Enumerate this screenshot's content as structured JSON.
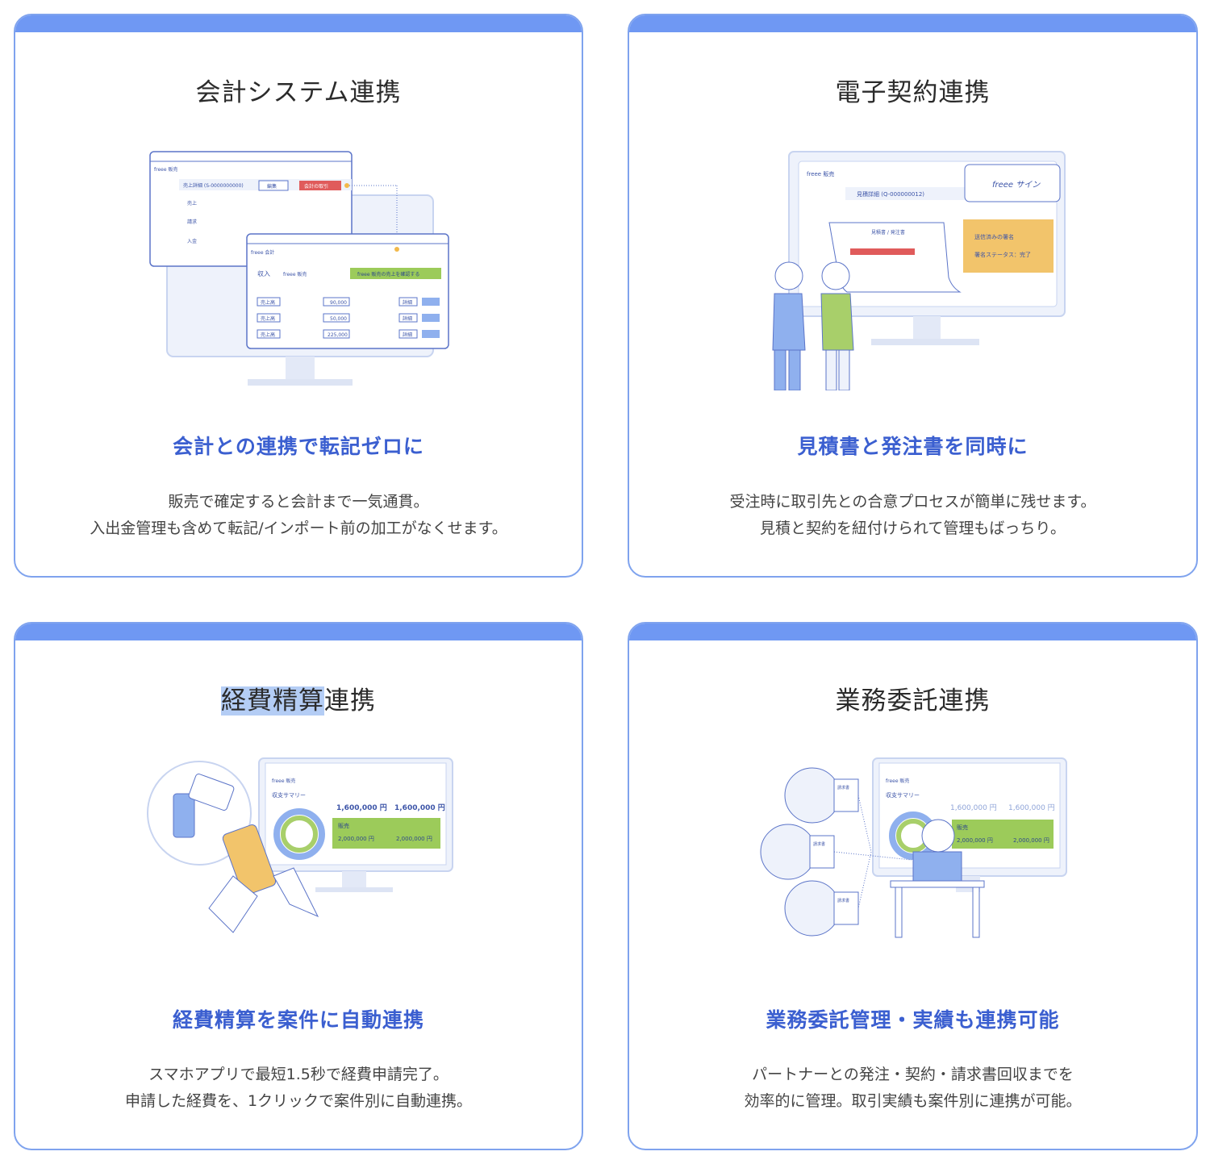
{
  "colors": {
    "accent_bar": "#6f98f3",
    "border": "#7fa3ee",
    "subtitle": "#3b5fd0",
    "highlight": "#b4cdf5"
  },
  "cards": [
    {
      "title": "会計システム連携",
      "subtitle": "会計との連携で転記ゼロに",
      "desc": [
        "販売で確定すると会計まで一気通貫。",
        "入出金管理も含めて転記/インポート前の加工がなくせます。"
      ],
      "illustration": {
        "app1": "freee 販売",
        "detail": "売上詳細 (S-0000000000)",
        "edit": "編集",
        "accounting_link": "会計の取引",
        "sales": "売上",
        "billing": "請求",
        "deposit": "入金",
        "app2": "freee 会計",
        "income": "収入",
        "income_src": "freee 販売",
        "confirm": "freee 販売の売上を確認する",
        "row_label": "売上高",
        "detail_btn": "詳細",
        "amounts": [
          "90,000",
          "50,000",
          "225,000"
        ]
      }
    },
    {
      "title": "電子契約連携",
      "subtitle": "見積書と発注書を同時に",
      "desc": [
        "受注時に取引先との合意プロセスが簡単に残せます。",
        "見積と契約を紐付けられて管理もばっちり。"
      ],
      "illustration": {
        "app": "freee 販売",
        "detail": "見積詳細 (Q-000000012)",
        "doc": "見積書 / 発注書",
        "sign_app": "freee サイン",
        "sent": "送信済みの署名",
        "status": "署名ステータス：完了"
      }
    },
    {
      "title_highlight": "経費精算",
      "title_rest": "連携",
      "subtitle": "経費精算を案件に自動連携",
      "desc": [
        "スマホアプリで最短1.5秒で経費申請完了。",
        "申請した経費を、1クリックで案件別に自動連携。"
      ],
      "illustration": {
        "app": "freee 販売",
        "summary": "収支サマリー",
        "amount_a": "1,600,000 円",
        "amount_b": "1,600,000 円",
        "sales": "販売",
        "amount_c": "2,000,000 円",
        "amount_d": "2,000,000 円"
      }
    },
    {
      "title": "業務委託連携",
      "subtitle": "業務委託管理・実績も連携可能",
      "desc": [
        "パートナーとの発注・契約・請求書回収までを",
        "効率的に管理。取引実績も案件別に連携が可能。"
      ],
      "illustration": {
        "app": "freee 販売",
        "summary": "収支サマリー",
        "amount_a": "1,600,000 円",
        "amount_b": "1,600,000 円",
        "sales": "販売",
        "amount_c": "2,000,000 円",
        "amount_d": "2,000,000 円",
        "invoice": "請求書"
      }
    }
  ]
}
